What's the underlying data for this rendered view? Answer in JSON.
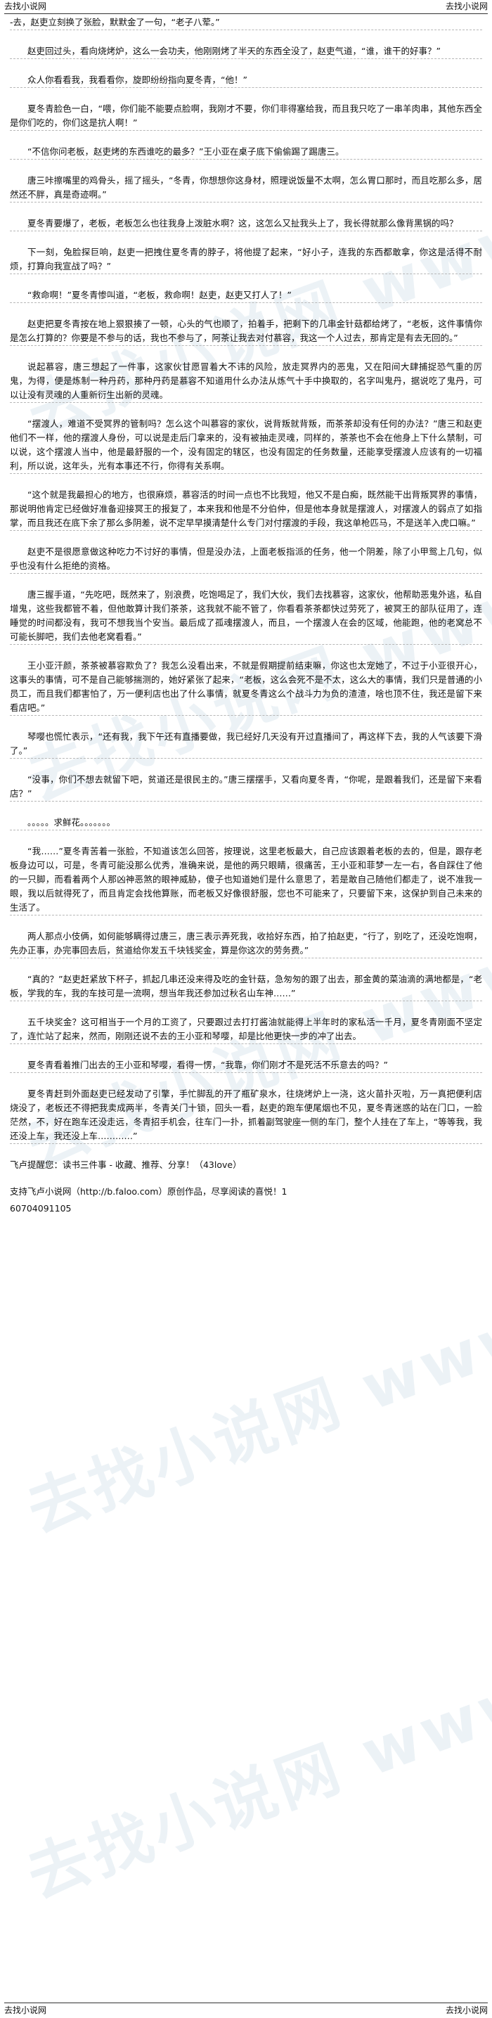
{
  "header": {
    "site_left": "去找小说网",
    "site_right": "去找小说网"
  },
  "watermark": "去找小说网 www.qu.zhaoxiaoshuo.com",
  "paragraphs": [
    "-去，赵吏立刻换了张脸，默默金了一句，“老子八荤。”",
    "赵吏回过头，看向烧烤炉，这么一会功夫，他刚刚烤了半天的东西全没了，赵吏气道，“谁，谁干的好事？”",
    "众人你看看我，我看看你，旋即纷纷指向夏冬青，“他！”",
    "夏冬青脸色一白，“喂，你们能不能要点脸啊，我刚才不要，你们非得塞给我，而且我只吃了一串羊肉串，其他东西全是你们吃的，你们这是抗人啊！”",
    "",
    "“不信你问老板，赵吏烤的东西谁吃的最多？”王小亚在桌子底下偷偷踢了踢唐三。",
    "唐三咔擦嘴里的鸡骨头，摇了摇头，“冬青，你想想你这身材，照理说饭量不太啊，怎么胃口那时，而且吃那么多，居然还不胖，真是奇迹啊。”",
    "夏冬青要爆了，老板，老板怎么也往我身上泼脏水啊？这，这怎么又扯我头上了，我长得就那么像背黑锅的吗？",
    "下一刻，兔脸探巨响，赵吏一把拽住夏冬青的脖子，将他提了起来，“好小子，连我的东西都敢拿，你这是活得不耐烦，打算向我宣战了吗？”",
    "“救命啊！”夏冬青惨叫道，“老板，救命啊！赵吏，赵吏又打人了！”",
    "赵吏把夏冬青按在地上狠狠揍了一顿，心头的气也顺了，拍着手，把剩下的几串金针菇都给烤了，“老板，这件事情你是怎么打算的？你要是不参与的话，我也不参与了，阿茶让我去对付慕容，我这一个人过去，那肯定是有去无回的。”",
    "说起慕容，唐三想起了一件事，这家伙甘愿冒着大不讳的风险，放走冥界内的恶鬼，又在阳间大肆捕捉恐气重的厉鬼，为得，便是炼制一种丹药，那种丹药是慕容不知道用什么办法从炼气十手中换取的，名字叫鬼丹，据说吃了鬼丹，可以让没有灵魂的人重新衍生出新的灵魂。",
    "“摆渡人，难道不受冥界的管制吗？怎么这个叫慕容的家伙，说背叛就背叛，而茶茶却没有任何的办法？”唐三和赵吏他们不一样，他的摆渡人身份，可以说是走后门拿来的，没有被抽走灵魂，同样的，茶茶也不会在他身上下什么禁制，可以说，这个摆渡人当中，他是最舒服的一个，没有固定的辖区，也没有固定的任务数量，还能享受摆渡人应该有的一切福利，所以说，这年头，光有本事还不行，你得有关系啊。",
    "“这个就是我最担心的地方，也很麻烦，慕容活的时间一点也不比我短，他又不是白痴，既然能干出背叛冥界的事情，那说明他肯定已经做好准备迎接冥王的报复了，本来我和他是不分伯仲，但是他本身就是摆渡人，对摆渡人的弱点了如指掌，而且我还在底下余了那么多阴差，说不定早早摸清楚什么专门对付摆渡的手段，我这单枪匹马，不是送羊入虎口嘛。”",
    "赵吏不是很愿意做这种吃力不讨好的事情，但是没办法，上面老板指派的任务，他一个阴差，除了小甲鸳上几句，似乎也没有什么拒绝的资格。",
    "唐三握手道，“先吃吧，既然来了，别浪费，吃饱喝足了，我们大伙，我们去找慕容，这家伙，他帮助恶鬼外逃，私自增鬼，这些我都管不着，但他敢算计我们茶茶，这我就不能不管了，你看看茶茶都快过劳死了，被冥王的部队征用了，连睡觉的时间都没有，我可不想我当个安当。最后成了孤魂摆渡人，而且，一个摆渡人在会的区域，他能跑，他的老窝总不可能长脚吧，我们去他老窝看看。”",
    "王小亚汗颜，茶茶被慕容欺负了？我怎么没看出来，不就是假期提前结束嘛，你这也太宠她了，不过于小亚很开心，这事头的事情，可不是自己能够揣测的，她好紧张了起来，“老板，这么会死不是不太，这么大的事情，我们只是普通的小员工，而且我们都害怕了，万一便利店也出了什么事情，就夏冬青这么个战斗力为负的渣渣，啥也顶不住，我还是留下来看店吧。”",
    "琴嘤也慌忙表示，“还有我，我下午还有直播要做，我已经好几天没有开过直播间了，再这样下去，我的人气该要下滑了。”",
    "“没事，你们不想去就留下吧，贫道还是很民主的。”唐三摆摆手，又看向夏冬青，“你呢，是跟着我们，还是留下来看店？”",
    "。。。。。求鲜花。。。。。。。",
    "“我……”夏冬青苦着一张脸，不知道该怎么回答，按理说，这里老板最大，自己应该跟着老板的去的，但是，跟存老板身边可以，可是，冬青可能没那么优秀，准确来说，是他的两只眼睛，很痛苦，王小亚和菲梦一左一右，各自踩住了他的一只脚，而看着两个人那凶神恶煞的眼神威胁，傻子也知道她们是什么意思了，若是敢自己随他们都走了，说不准我一眼，我以后就得死了，而且肯定会找他算账，而老板又好像很舒服，您也不可能来了，只要留下来，这保护到自己未来的生活了。",
    "两人那点小伎俩，如何能够瞒得过唐三，唐三表示弄死我，收拾好东西，拍了拍赵吏，“行了，别吃了，还没吃饱啊，先办正事，办完事回去后，贫道给你发五千块钱奖金，算是你这次的劳务费。”",
    "“真的？”赵吏赶紧放下杯子，抓起几串还没来得及吃的金针菇，急匆匆的跟了出去，那金黄的菜油滴的满地都是，“老板，学我的车，我的车技可是一流啊，想当年我还参加过秋名山车神……”",
    "五千块奖金？这可相当于一个月的工资了，只要跟过去打打酱油就能得上半年时的家私活一千月，夏冬青刚面不坚定了，连忙站了起来，然而，刚刚还说不去的王小亚和琴嘤，却是比他更快一步的冲了出去。",
    "夏冬青看着推门出去的王小亚和琴嘤，看得一愣，“我靠，你们刚才不是死活不乐意去的吗？”",
    "夏冬青赶到外面赵吏已经发动了引擎，手忙脚乱的开了瓶矿泉水，往烧烤炉上一浇，这火苗扑灭啦，万一真把便利店烧没了，老板还不得把我卖成两半，冬青关门十锁，回头一看，赵吏的跑车便尾烟也不见，夏冬青迷惑的站在门口，一脸茫然，不，好在跑车还没走远，冬青招手机会，往车门一扑，抓着副驾驶座一侧的车门，整个人挂在了车上，“等等我，我还没上车，我还没上车…………”"
  ],
  "closing": [
    "飞卢提醒您：读书三件事 - 收藏、推荐、分享！（43love）",
    "",
    "支持飞卢小说网（http://b.faloo.com）原创作品，尽享阅读的喜悦！1",
    "60704091105"
  ],
  "footer": {
    "site_left": "去找小说网",
    "site_right": "去找小说网"
  }
}
